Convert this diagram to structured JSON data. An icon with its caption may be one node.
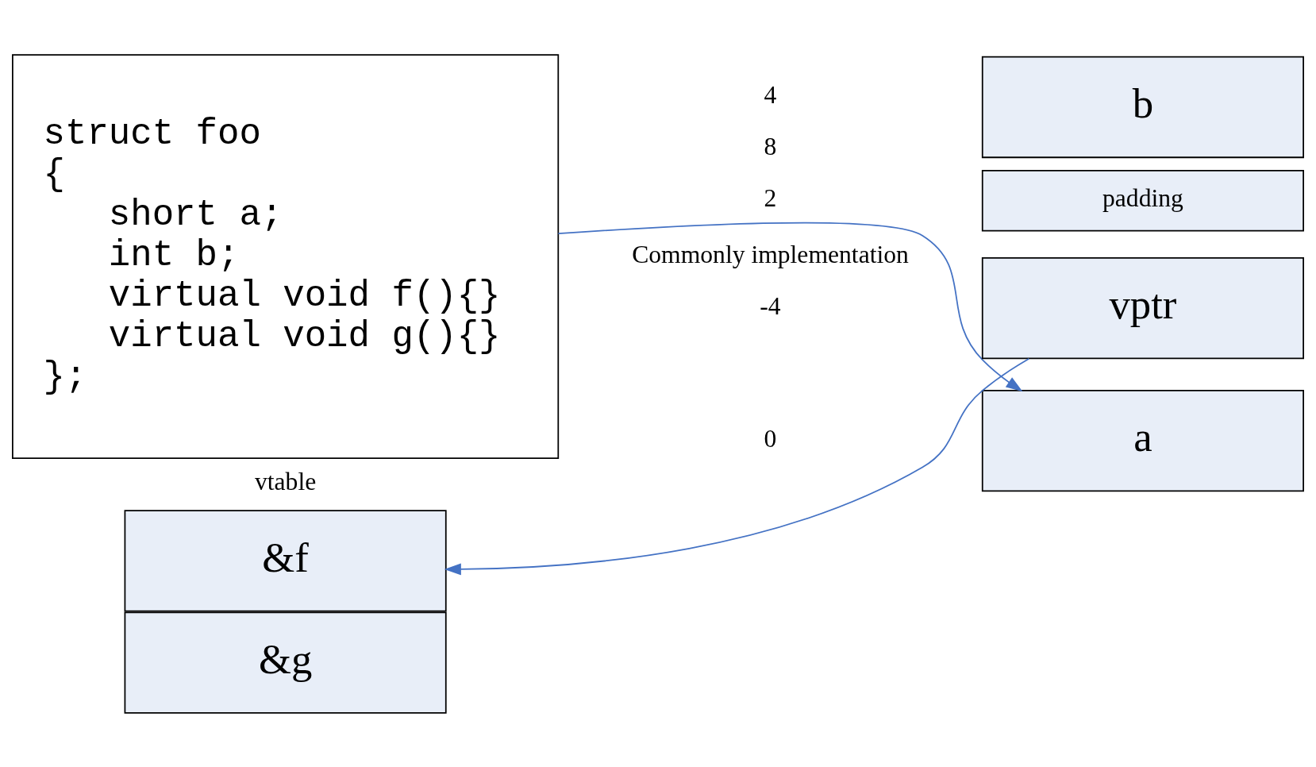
{
  "diagram": {
    "nodes": [
      {
        "text": [
          "struct foo",
          "{",
          "short a;",
          "int b;",
          "virtual void f(){}",
          "virtual void g(){}",
          "};"
        ]
      },
      {
        "text": [
          "&f"
        ]
      },
      {
        "text": [
          "&g"
        ]
      },
      {
        "text": [
          "vptr"
        ]
      },
      {
        "text": [
          "a"
        ]
      },
      {
        "text": [
          "padding"
        ]
      },
      {
        "text": [
          "b"
        ]
      }
    ],
    "edges": [
      {
        "from": 0,
        "to": 4,
        "arrow": "to"
      },
      {
        "from": 3,
        "to": 1,
        "arrow": "to"
      }
    ],
    "labels": [
      "vtable",
      "-4",
      "0",
      "2",
      "4",
      "8",
      "Commonly implementation"
    ]
  }
}
